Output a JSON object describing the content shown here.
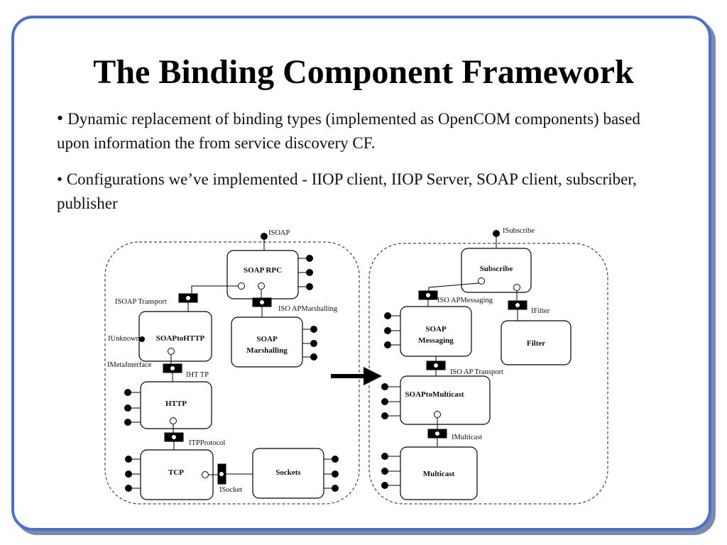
{
  "slide": {
    "title": "The Binding Component Framework",
    "bullets": [
      {
        "mark": "•",
        "text": "Dynamic replacement of binding types (implemented as OpenCOM components) based upon information the from service discovery CF."
      },
      {
        "mark": "•",
        "text": "Configurations we’ve implemented - IIOP client, IIOP Server, SOAP client, subscriber, publisher"
      }
    ]
  },
  "diagram": {
    "left": {
      "components": {
        "soap_rpc": "SOAP RPC",
        "soap_to_http": "SOAPtoHTTP",
        "soap_marshalling_1": "SOAP",
        "soap_marshalling_2": "Marshalling",
        "http": "HTTP",
        "tcp": "TCP",
        "sockets": "Sockets"
      },
      "interfaces": {
        "isoap": "ISOAP",
        "isoap_transport": "ISOAP Transport",
        "isoap_marshalling": "ISO APMarshalling",
        "iunknown": "IUnknown",
        "imetainterface": "IMetaInterface",
        "ihttp": "IHT TP",
        "itpprotocol": "ITPProtocol",
        "isocket": "ISocket"
      }
    },
    "right": {
      "components": {
        "subscribe": "Subscribe",
        "soap_messaging_1": "SOAP",
        "soap_messaging_2": "Messaging",
        "filter": "Filter",
        "soap_to_multicast": "SOAPtoMulticast",
        "multicast": "Multicast"
      },
      "interfaces": {
        "isubscribe": "ISubscribe",
        "isoap_messaging": "ISO APMessaging",
        "ifilter": "IFilter",
        "isoap_transport": "ISO AP Transport",
        "imulticast": "IMulticast"
      }
    }
  }
}
